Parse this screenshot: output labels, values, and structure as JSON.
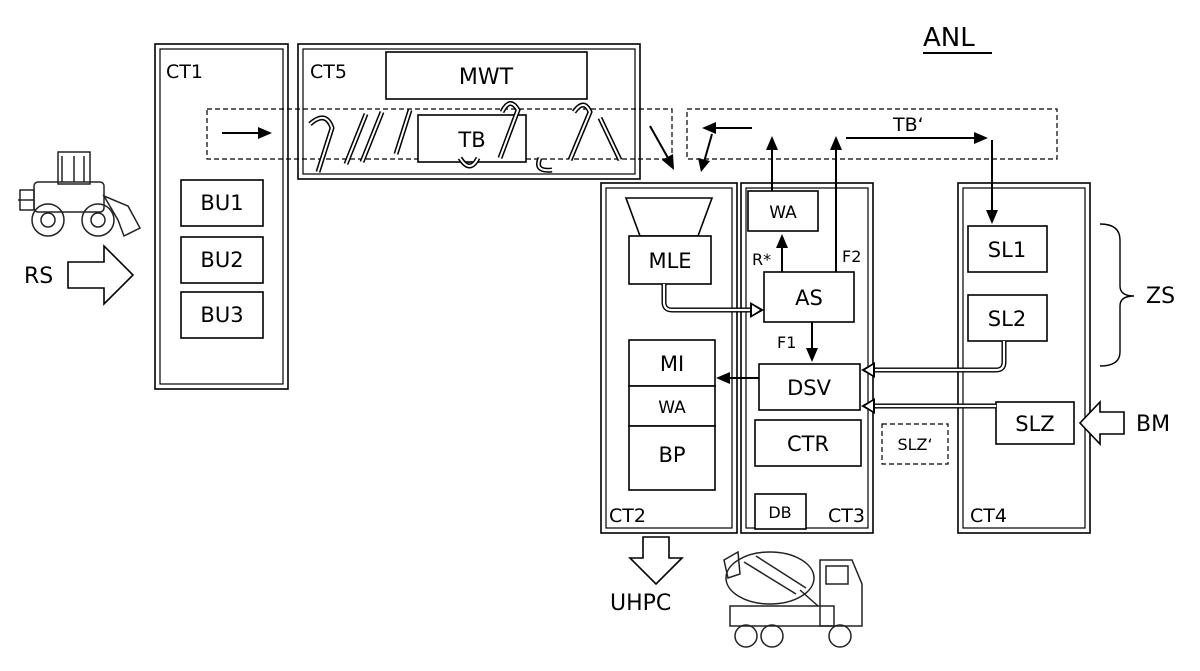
{
  "title": "ANL",
  "containers": {
    "ct1": "CT1",
    "ct5": "CT5",
    "ct2": "CT2",
    "ct3": "CT3",
    "ct4": "CT4"
  },
  "units": {
    "bu1": "BU1",
    "bu2": "BU2",
    "bu3": "BU3",
    "mwt": "MWT",
    "tb": "TB",
    "tb_prime": "TB‘",
    "mle": "MLE",
    "mi": "MI",
    "wa_ct2": "WA",
    "bp": "BP",
    "wa_ct3": "WA",
    "as": "AS",
    "dsv": "DSV",
    "ctr": "CTR",
    "db": "DB",
    "slz_prime": "SLZ‘",
    "sl1": "SL1",
    "sl2": "SL2",
    "slz": "SLZ"
  },
  "flow_labels": {
    "r_star": "R*",
    "f1": "F1",
    "f2": "F2"
  },
  "inputs": {
    "rs": "RS",
    "bm": "BM"
  },
  "outputs": {
    "uhpc": "UHPC"
  },
  "brace_label": "ZS"
}
